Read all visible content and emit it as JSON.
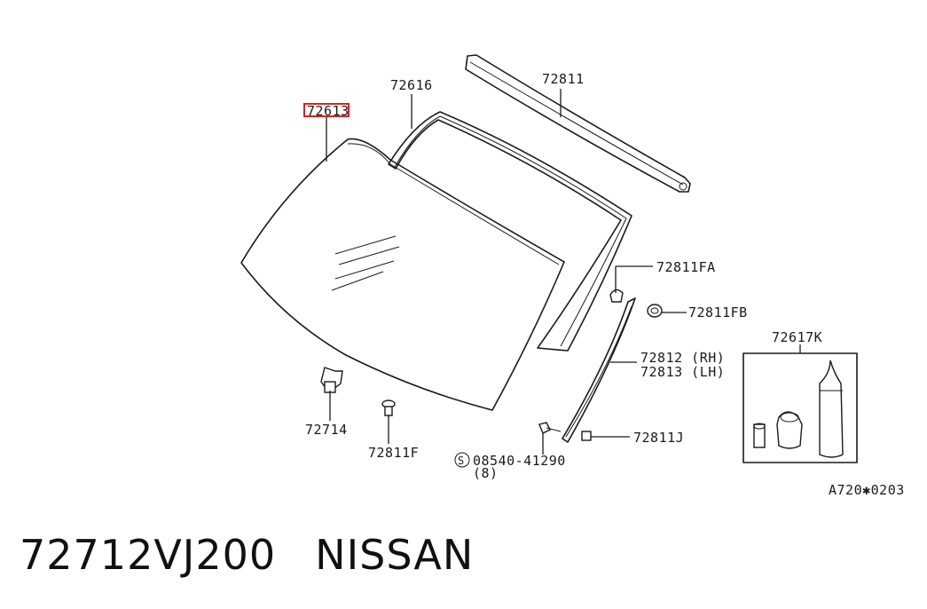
{
  "diagram": {
    "highlight_color": "#e02020",
    "labels": {
      "glass": "72613",
      "seal": "72616",
      "molding_top": "72811",
      "clip_fa": "72811FA",
      "clip_fb": "72811FB",
      "kit": "72617K",
      "molding_rh": "72812 (RH)",
      "molding_lh": "72813 (LH)",
      "spacer": "72714",
      "clip_f": "72811F",
      "clip_j": "72811J",
      "screw_code": "08540-41290",
      "screw_qty": "(8)",
      "screw_symbol": "S",
      "diagram_ref": "A720✱0203"
    }
  },
  "footer": {
    "part_number": "72712VJ200",
    "brand": "NISSAN"
  }
}
